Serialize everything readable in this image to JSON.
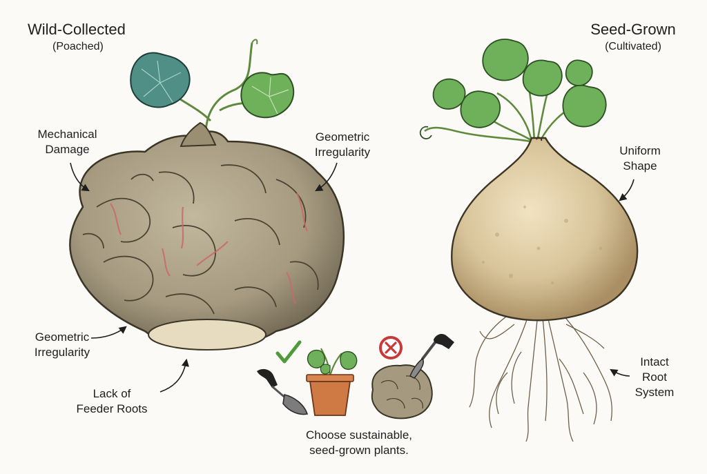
{
  "left_panel": {
    "title": "Wild-Collected",
    "subtitle": "(Poached)",
    "callouts": {
      "mechanical_damage": [
        "Mechanical",
        "Damage"
      ],
      "geometric_irregularity_top": [
        "Geometric",
        "Irregularity"
      ],
      "geometric_irregularity_bottom": [
        "Geometric",
        "Irregularity"
      ],
      "feeder_roots": [
        "Lack of",
        "Feeder Roots"
      ]
    }
  },
  "right_panel": {
    "title": "Seed-Grown",
    "subtitle": "(Cultivated)",
    "callouts": {
      "uniform_shape": [
        "Uniform",
        "Shape"
      ],
      "intact_root_system": [
        "Intact",
        "Root",
        "System"
      ]
    }
  },
  "center_panel": {
    "caption": [
      "Choose sustainable,",
      "seed-grown plants."
    ]
  },
  "colors": {
    "background": "#fbfaf7",
    "ink": "#1e1e1e",
    "wild_tuber": "#a59a80",
    "seed_tuber": "#d8c49a",
    "leaf_teal": "#4f8f86",
    "leaf_green": "#6fb15a",
    "check_green": "#4f9a3c",
    "cross_red": "#c83a3a",
    "pot_terracotta": "#cf7a45"
  }
}
